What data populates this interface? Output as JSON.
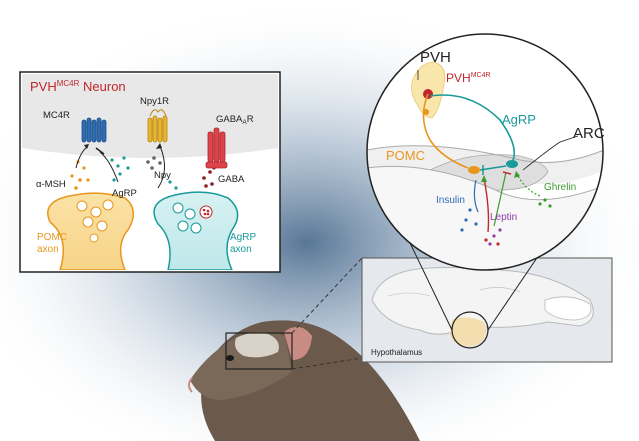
{
  "left_panel": {
    "title_main": "PVH",
    "title_sup": "MC4R",
    "title_rest": " Neuron",
    "receptors": {
      "mc4r": "MC4R",
      "npy1r": "Npy1R",
      "gabaar_main": "GABA",
      "gabaar_sub": "A",
      "gabaar_end": "R"
    },
    "ligands": {
      "amsh": "α-MSH",
      "agrp": "AgRP",
      "npy": "Npy",
      "gaba": "GABA"
    },
    "axons": {
      "pomc_line1": "POMC",
      "pomc_line2": "axon",
      "agrp_line1": "AgRP",
      "agrp_line2": "axon"
    }
  },
  "circle": {
    "pvh": "PVH",
    "pvh_mc4r_main": "PVH",
    "pvh_mc4r_sup": "MC4R",
    "agrp": "AgRP",
    "arc": "ARC",
    "pomc": "POMC",
    "ghrelin": "Ghrelin",
    "insulin": "Insulin",
    "leptin": "Leptin"
  },
  "brain_box": {
    "hypothalamus": "Hypothalamus"
  },
  "colors": {
    "pomc": "#e8961e",
    "agrp": "#1a9a9a",
    "mc4r_text": "#c0272d",
    "mc4r_receptor": "#2f6db3",
    "npy1r_receptor": "#e8b530",
    "gaba_receptor": "#e0424a",
    "ghrelin": "#3c9a2e",
    "insulin": "#2f6db3",
    "leptin": "#8e3fa8"
  }
}
